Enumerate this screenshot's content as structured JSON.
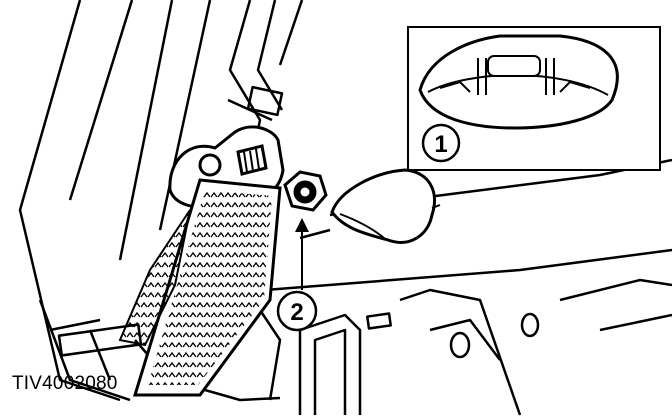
{
  "figure": {
    "id": "TIV4002080",
    "callouts": [
      {
        "number": "1",
        "target": "seat-belt-anchor-cover-detail"
      },
      {
        "number": "2",
        "target": "anchor-nut"
      }
    ],
    "colors": {
      "ink": "#000000",
      "paper": "#ffffff"
    }
  }
}
